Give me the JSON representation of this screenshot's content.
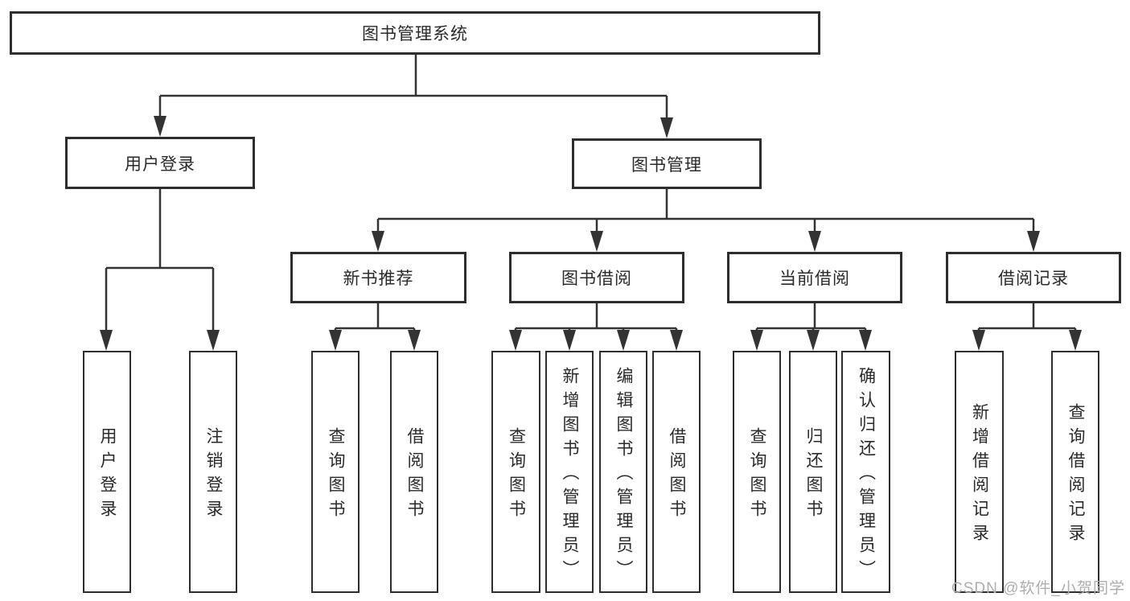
{
  "diagram_type": "hierarchy-tree",
  "hierarchy": {
    "label": "图书管理系统",
    "children": [
      {
        "label": "用户登录",
        "children": [
          {
            "label": "用户登录"
          },
          {
            "label": "注销登录"
          }
        ]
      },
      {
        "label": "图书管理",
        "children": [
          {
            "label": "新书推荐",
            "children": [
              {
                "label": "查询图书"
              },
              {
                "label": "借阅图书"
              }
            ]
          },
          {
            "label": "图书借阅",
            "children": [
              {
                "label": "查询图书"
              },
              {
                "label": "新增图书（管理员）"
              },
              {
                "label": "编辑图书（管理员）"
              },
              {
                "label": "借阅图书"
              }
            ]
          },
          {
            "label": "当前借阅",
            "children": [
              {
                "label": "查询图书"
              },
              {
                "label": "归还图书"
              },
              {
                "label": "确认归还（管理员）"
              }
            ]
          },
          {
            "label": "借阅记录",
            "children": [
              {
                "label": "新增借阅记录"
              },
              {
                "label": "查询借阅记录"
              }
            ]
          }
        ]
      }
    ]
  },
  "watermark": "CSDN @软件_小贺同学",
  "colors": {
    "line": "#333333",
    "box_border": "#2e2e2e",
    "text": "#2a2a2a",
    "watermark": "#aeaeae",
    "background": "#ffffff"
  }
}
